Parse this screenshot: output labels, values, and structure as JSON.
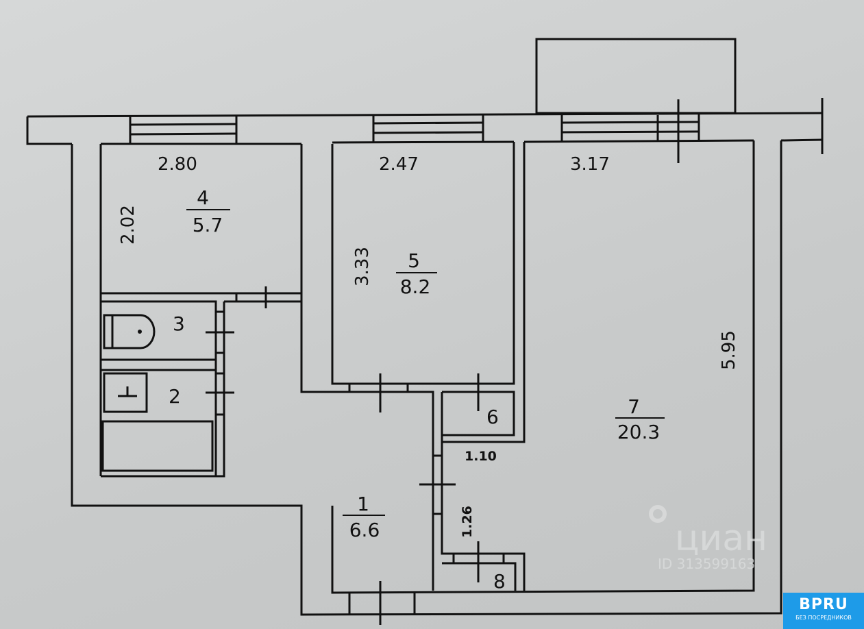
{
  "dimensions": {
    "room4_width": "2.80",
    "room5_width": "2.47",
    "room7_width": "3.17",
    "room4_depth": "2.02",
    "room5_depth": "3.33",
    "room7_depth": "5.95",
    "corridor_width": "1.10",
    "corridor_length": "1.26"
  },
  "rooms": [
    {
      "number": "1",
      "area": "6.6"
    },
    {
      "number": "2"
    },
    {
      "number": "3"
    },
    {
      "number": "4",
      "area": "5.7"
    },
    {
      "number": "5",
      "area": "8.2"
    },
    {
      "number": "6"
    },
    {
      "number": "7",
      "area": "20.3"
    },
    {
      "number": "8"
    }
  ],
  "watermark": {
    "brand": "циан",
    "id": "ID 313599163"
  },
  "logo": {
    "name": "BPRU",
    "tagline": "БЕЗ ПОСРЕДНИКОВ",
    "color": "#1e9be8"
  }
}
